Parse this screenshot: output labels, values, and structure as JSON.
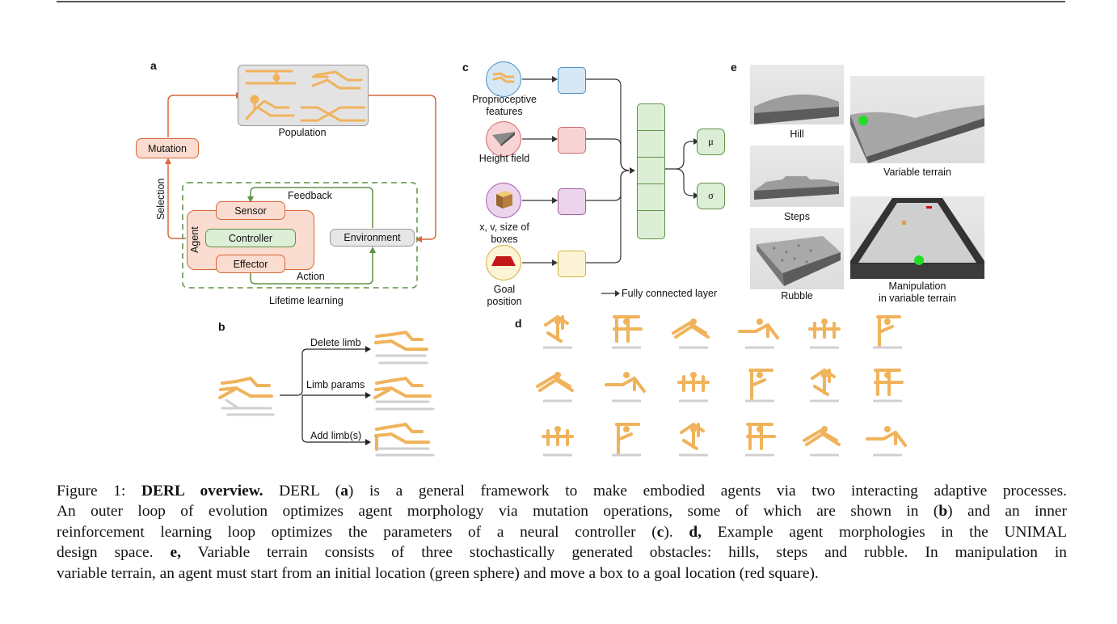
{
  "figure": {
    "panel_letters": {
      "a": "a",
      "b": "b",
      "c": "c",
      "d": "d",
      "e": "e"
    },
    "panel_a": {
      "population_label": "Population",
      "mutation_label": "Mutation",
      "selection_label": "Selection",
      "agent_label": "Agent",
      "sensor_label": "Sensor",
      "controller_label": "Controller",
      "effector_label": "Effector",
      "environment_label": "Environment",
      "feedback_label": "Feedback",
      "action_label": "Action",
      "lifetime_label": "Lifetime learning"
    },
    "panel_b": {
      "ops": [
        "Delete limb",
        "Limb params",
        "Add limb(s)"
      ]
    },
    "panel_c": {
      "inputs": [
        {
          "label_lines": [
            "Proprioceptive",
            "features"
          ],
          "color": "#d6e8f5",
          "border": "#4a8fc2",
          "icon": "agent-icon"
        },
        {
          "label_lines": [
            "Height field"
          ],
          "color": "#f7d3d4",
          "border": "#d06a6e",
          "icon": "heightfield-icon"
        },
        {
          "label_lines": [
            "x, v, size of",
            "boxes"
          ],
          "color": "#ecd4ec",
          "border": "#a55aa5",
          "icon": "box-icon"
        },
        {
          "label_lines": [
            "Goal",
            "position"
          ],
          "color": "#fdf3d6",
          "border": "#d1b03c",
          "icon": "goal-icon"
        }
      ],
      "outputs": [
        "μ",
        "σ"
      ],
      "legend": "Fully connected layer"
    },
    "panel_e": {
      "tiles": [
        "Hill",
        "Steps",
        "Rubble"
      ],
      "variable_terrain": "Variable terrain",
      "manipulation_lines": [
        "Manipulation",
        "in variable terrain"
      ]
    },
    "colors": {
      "orange": "#d7693a",
      "green": "#5e9146",
      "limb": "#f0b35c",
      "green_sphere": "#22dd22",
      "goal_red": "#cc1111"
    }
  },
  "caption": {
    "lines": [
      [
        {
          "t": "Figure 1: ",
          "b": false
        },
        {
          "t": "DERL overview.",
          "b": true
        },
        {
          "t": " DERL (",
          "b": false
        },
        {
          "t": "a",
          "b": true
        },
        {
          "t": ") is a general framework to make embodied agents via two interacting adaptive processes.",
          "b": false
        }
      ],
      [
        {
          "t": "An outer loop of evolution optimizes agent morphology via mutation operations, some of which are shown in (",
          "b": false
        },
        {
          "t": "b",
          "b": true
        },
        {
          "t": ") and an inner",
          "b": false
        }
      ],
      [
        {
          "t": "reinforcement learning loop optimizes the parameters of a neural controller (",
          "b": false
        },
        {
          "t": "c",
          "b": true
        },
        {
          "t": "). ",
          "b": false
        },
        {
          "t": "d,",
          "b": true
        },
        {
          "t": " Example agent morphologies in the UNIMAL",
          "b": false
        }
      ],
      [
        {
          "t": "design space. ",
          "b": false
        },
        {
          "t": "e,",
          "b": true
        },
        {
          "t": " Variable terrain consists of three stochastically generated obstacles: hills, steps and rubble. In manipulation in",
          "b": false
        }
      ],
      [
        {
          "t": "variable terrain, an agent must start from an initial location (green sphere) and move a box to a goal location (red square).",
          "b": false
        }
      ]
    ]
  }
}
